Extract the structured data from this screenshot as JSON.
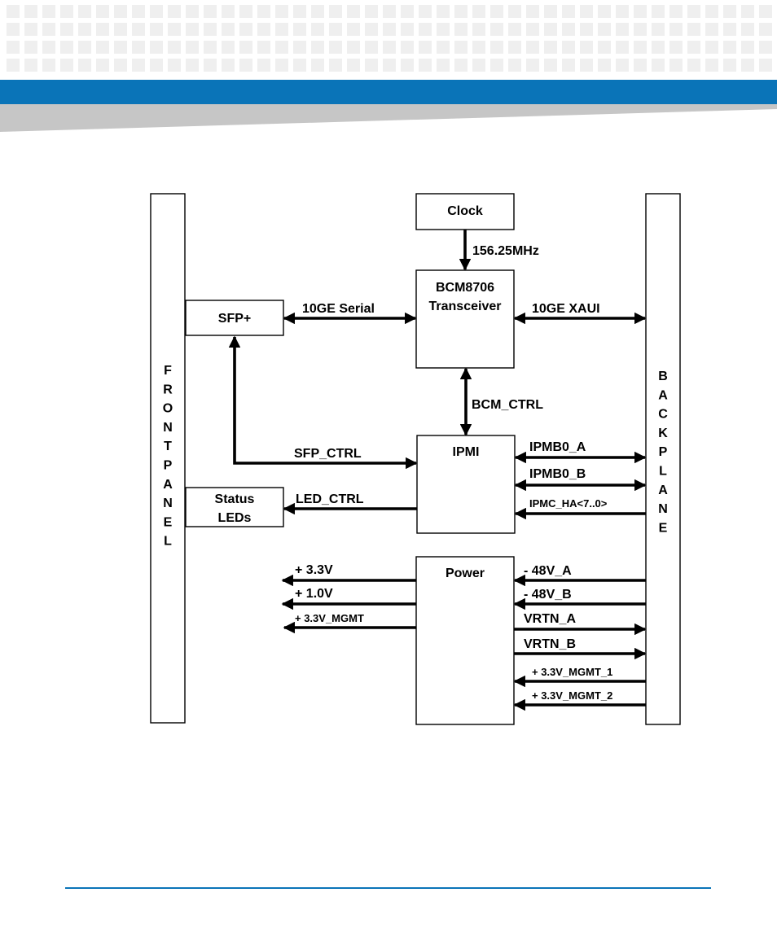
{
  "diagram": {
    "blocks": {
      "clock": "Clock",
      "transceiver": [
        "BCM8706",
        "Transceiver"
      ],
      "sfp": "SFP+",
      "ipmi": "IPMI",
      "status_leds": [
        "Status",
        "LEDs"
      ],
      "power": "Power",
      "front_panel": [
        "F",
        "R",
        "O",
        "N",
        "T",
        "P",
        "A",
        "N",
        "E",
        "L"
      ],
      "backplane": [
        "B",
        "A",
        "C",
        "K",
        "P",
        "L",
        "A",
        "N",
        "E"
      ]
    },
    "signals": {
      "clock_freq": "156.25MHz",
      "serial": "10GE Serial",
      "xaui": "10GE XAUI",
      "bcm_ctrl": "BCM_CTRL",
      "sfp_ctrl": "SFP_CTRL",
      "led_ctrl": "LED_CTRL",
      "ipmb0_a": "IPMB0_A",
      "ipmb0_b": "IPMB0_B",
      "ipmc_ha": "IPMC_HA<7..0>",
      "v33": "+ 3.3V",
      "v10": "+ 1.0V",
      "v33_mgmt": "+ 3.3V_MGMT",
      "v48_a": "- 48V_A",
      "v48_b": "- 48V_B",
      "vrtn_a": "VRTN_A",
      "vrtn_b": "VRTN_B",
      "v33_mgmt_1": "+ 3.3V_MGMT_1",
      "v33_mgmt_2": "+ 3.3V_MGMT_2"
    }
  },
  "colors": {
    "accent_blue": "#0a74b8",
    "header_grey": "#c6c6c6",
    "dot_grey": "#efefef"
  }
}
